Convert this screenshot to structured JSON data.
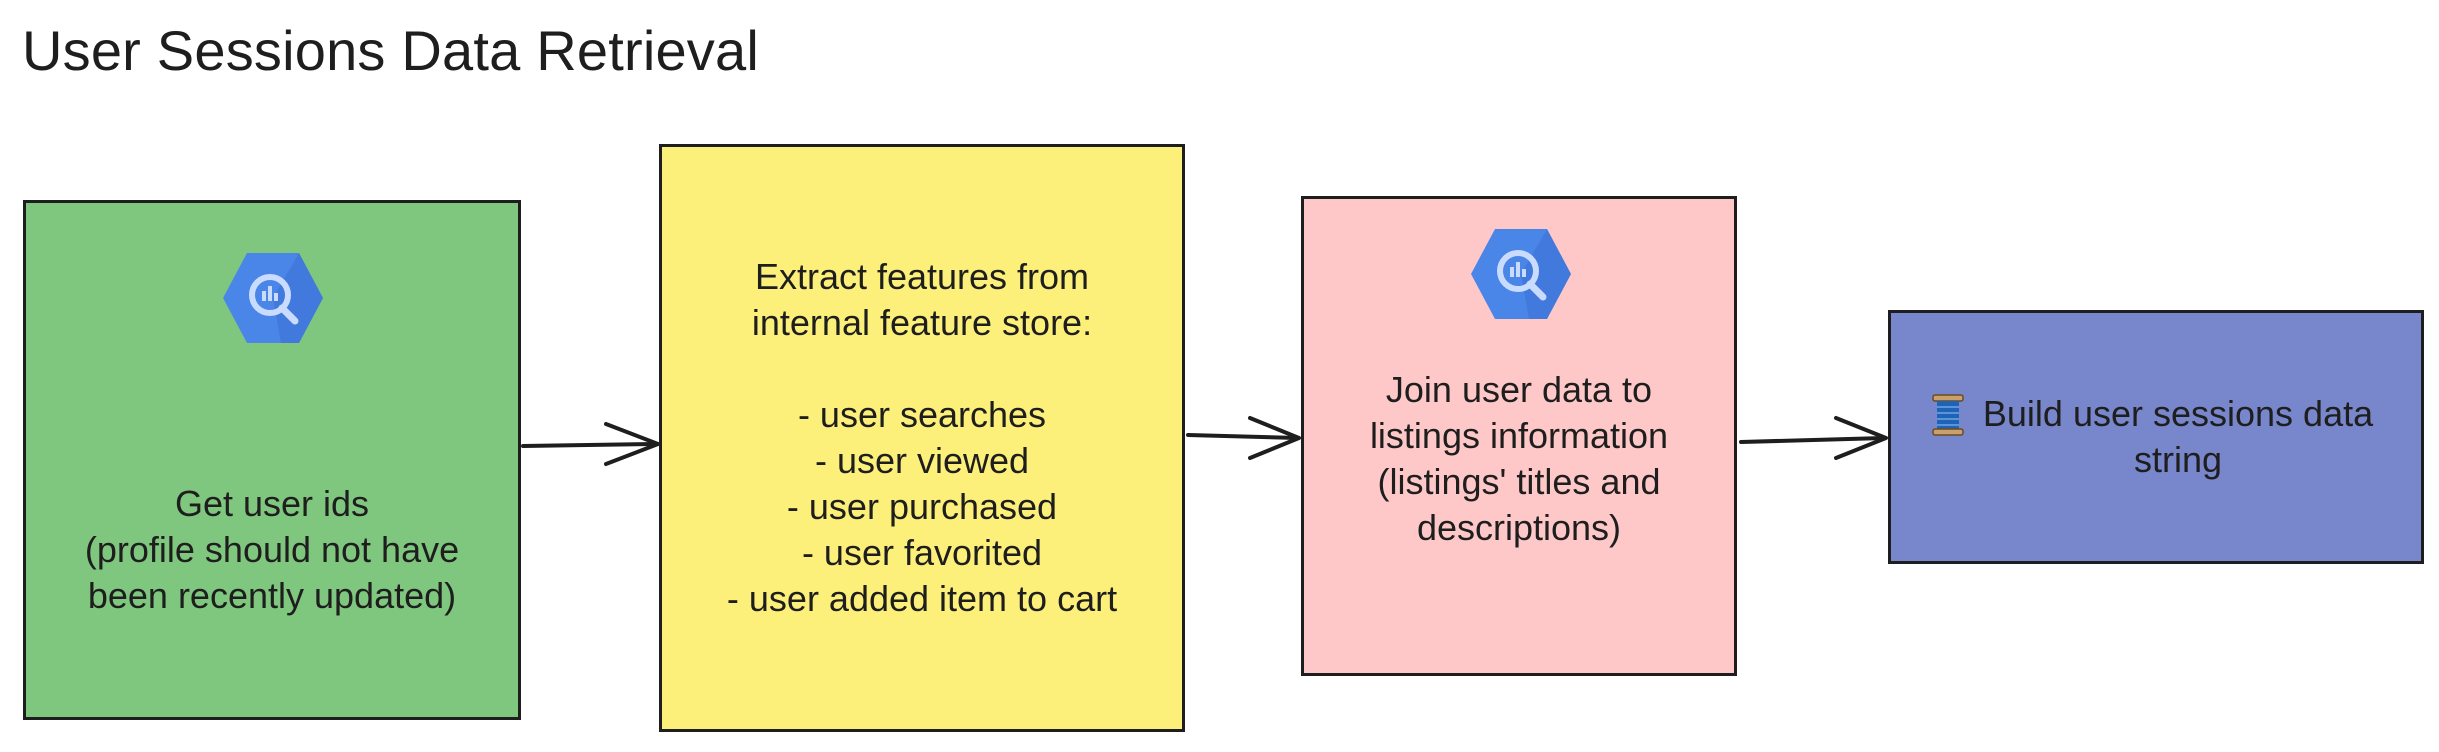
{
  "title": "User Sessions Data Retrieval",
  "nodes": {
    "get_user_ids": {
      "text": "Get user ids\n(profile should not have\nbeen recently updated)",
      "icon": "bigquery-icon",
      "color": "#7fc77e"
    },
    "extract_features": {
      "text": "Extract features from\ninternal feature store:\n\n- user searches\n- user viewed\n- user purchased\n- user favorited\n- user added item to cart",
      "color": "#fdf07a"
    },
    "join_listings": {
      "text": "Join user data to\nlistings information\n(listings' titles and\ndescriptions)",
      "icon": "bigquery-icon",
      "color": "#ffc8c8"
    },
    "build_sessions": {
      "text": "Build user sessions data\nstring",
      "icon": "thread-spool-icon",
      "color": "#7886cc"
    }
  },
  "edges": [
    {
      "from": "get_user_ids",
      "to": "extract_features"
    },
    {
      "from": "extract_features",
      "to": "join_listings"
    },
    {
      "from": "join_listings",
      "to": "build_sessions"
    }
  ]
}
